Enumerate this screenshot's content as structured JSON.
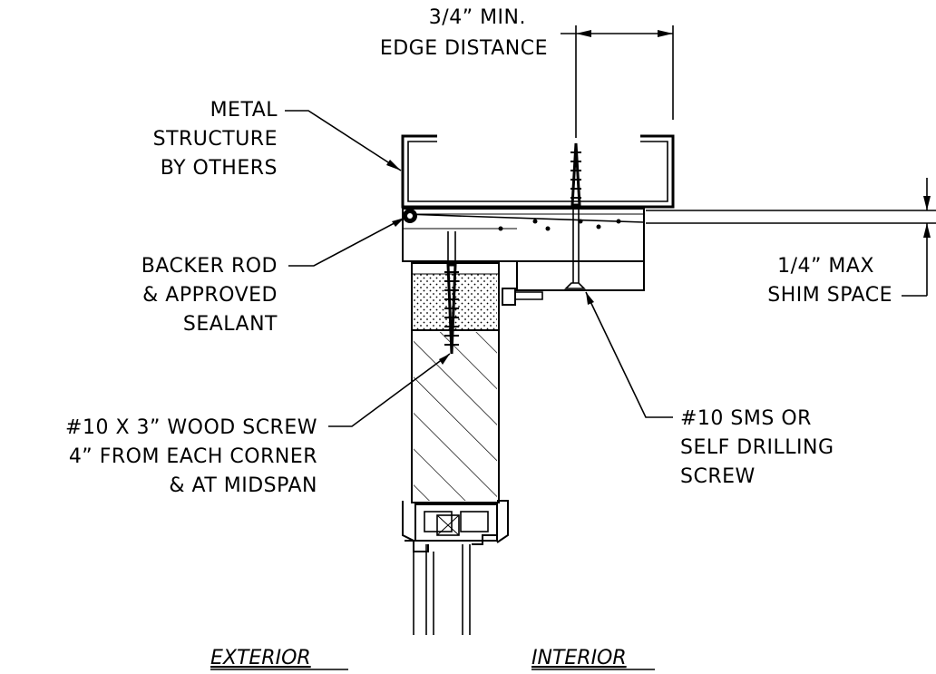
{
  "labels": {
    "edge_distance": [
      "3/4” MIN.",
      "EDGE DISTANCE"
    ],
    "metal_structure": [
      "METAL",
      "STRUCTURE",
      "BY OTHERS"
    ],
    "backer_rod": [
      "BACKER ROD",
      "& APPROVED",
      "SEALANT"
    ],
    "shim_space": [
      "1/4” MAX",
      "SHIM SPACE"
    ],
    "wood_screw": [
      "#10 X 3” WOOD SCREW",
      "4” FROM EACH CORNER",
      "& AT MIDSPAN"
    ],
    "sms_screw": [
      "#10 SMS OR",
      "SELF DRILLING",
      "SCREW"
    ],
    "exterior": "EXTERIOR",
    "interior": "INTERIOR"
  },
  "colors": {
    "line": "#000000",
    "background": "#ffffff"
  }
}
